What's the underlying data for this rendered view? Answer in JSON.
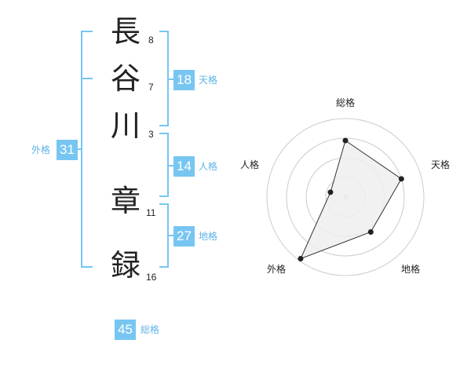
{
  "name": {
    "characters": [
      {
        "char": "長",
        "strokes": "8"
      },
      {
        "char": "谷",
        "strokes": "7"
      },
      {
        "char": "川",
        "strokes": "3"
      },
      {
        "char": "章",
        "strokes": "11"
      },
      {
        "char": "録",
        "strokes": "16"
      }
    ]
  },
  "kakusu": {
    "tenkaku": {
      "value": "18",
      "label": "天格"
    },
    "jinkaku": {
      "value": "14",
      "label": "人格"
    },
    "chikaku": {
      "value": "27",
      "label": "地格"
    },
    "gaikaku": {
      "value": "31",
      "label": "外格"
    },
    "soukaku": {
      "value": "45",
      "label": "総格"
    }
  },
  "colors": {
    "accent": "#77c6f2",
    "accent_text": "#5fb3e6",
    "grid": "#cccccc",
    "polygon_fill": "#efefef",
    "polygon_stroke": "#333333"
  },
  "chart_data": {
    "type": "radar",
    "axes": [
      "総格",
      "天格",
      "地格",
      "外格",
      "人格"
    ],
    "values": [
      0.72,
      0.75,
      0.55,
      0.97,
      0.2
    ],
    "range": [
      0,
      1
    ],
    "rings": 4,
    "grid": true
  }
}
